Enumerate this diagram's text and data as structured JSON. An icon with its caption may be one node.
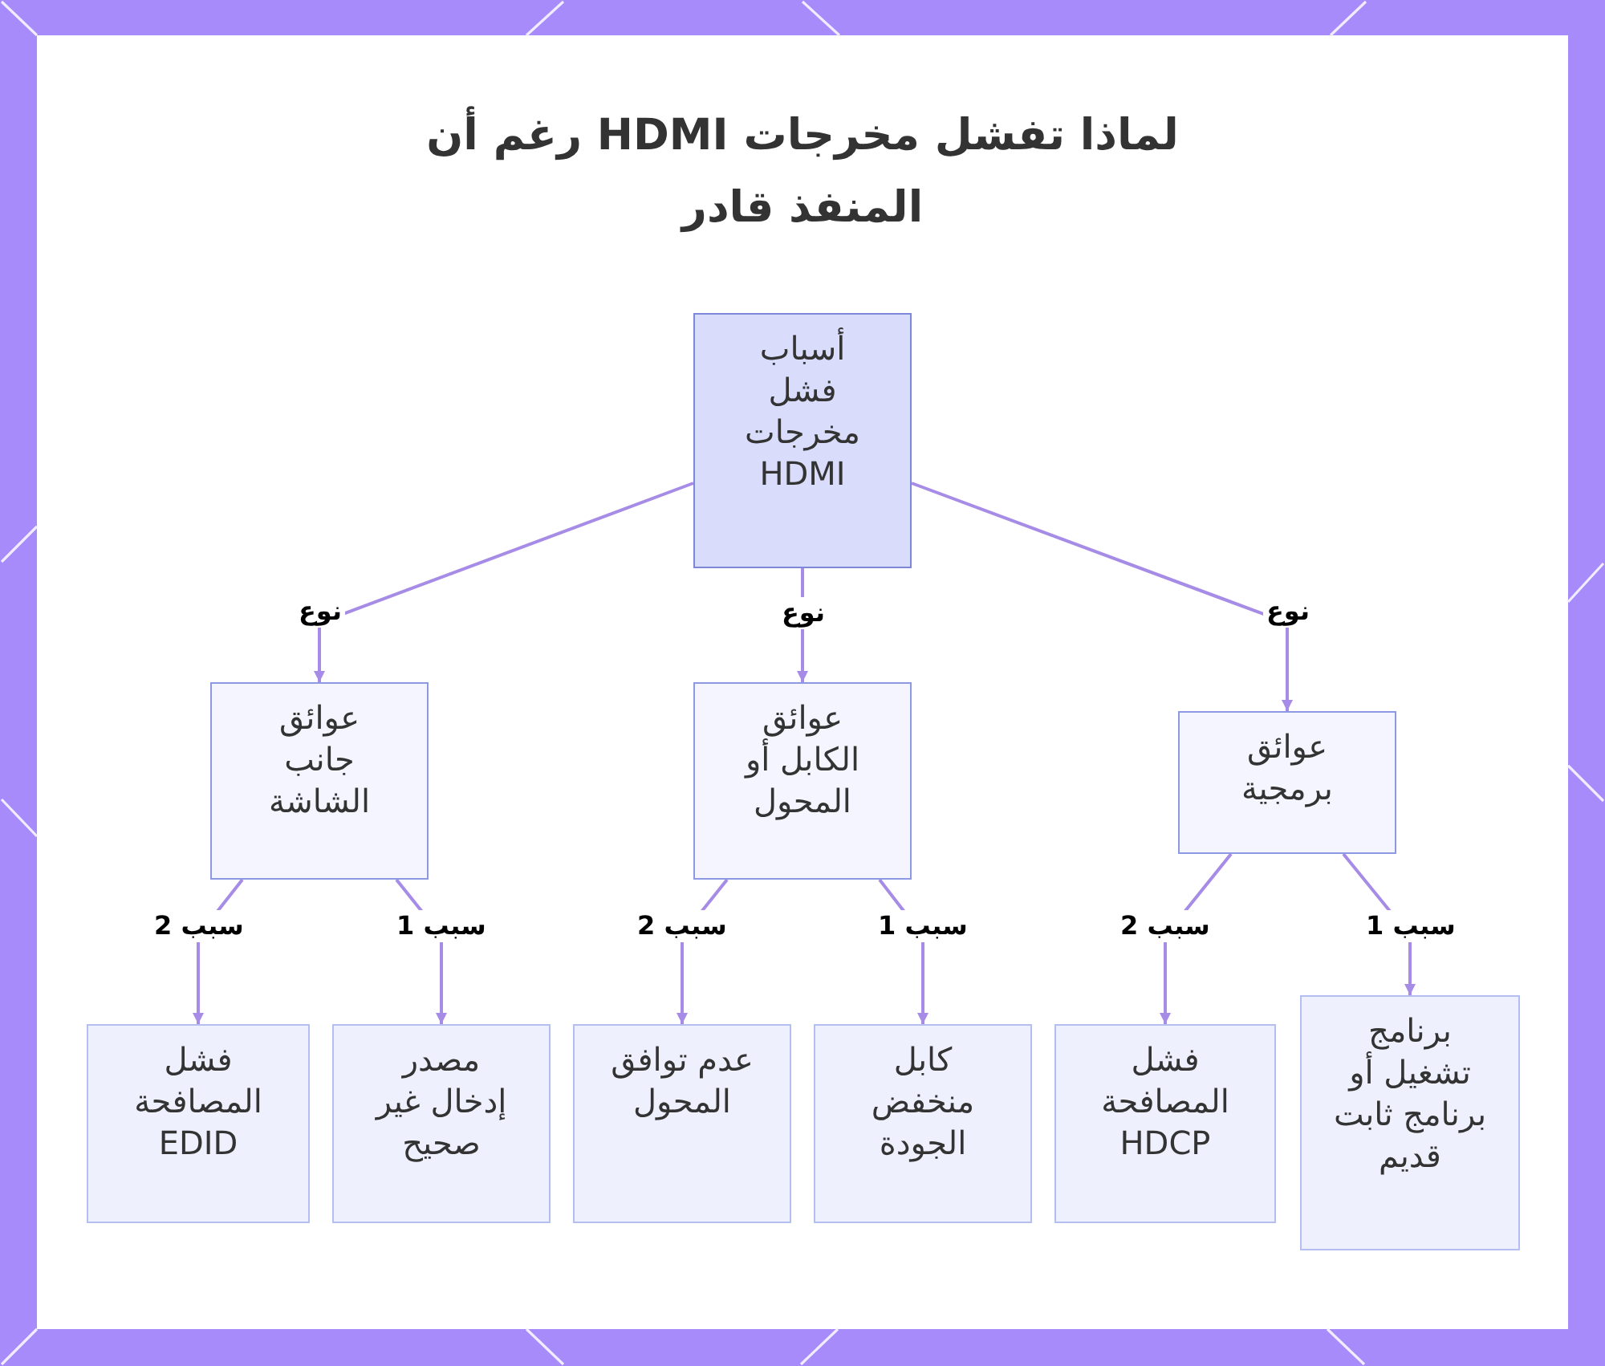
{
  "diagram": {
    "title": "لماذا تفشل مخرجات HDMI رغم أن المنفذ قادر",
    "nodes": [
      {
        "text": [
          "أسباب فشل مخرجات HDMI"
        ]
      },
      {
        "text": [
          "عوائق برمجية"
        ]
      },
      {
        "text": [
          "عوائق الكابل أو المحول"
        ]
      },
      {
        "text": [
          "عوائق جانب الشاشة"
        ]
      },
      {
        "text": [
          "برنامج تشغيل أو برنامج ثابت قديم"
        ]
      },
      {
        "text": [
          "فشل المصافحة HDCP"
        ]
      },
      {
        "text": [
          "كابل منخفض الجودة"
        ]
      },
      {
        "text": [
          "عدم توافق المحول"
        ]
      },
      {
        "text": [
          "مصدر إدخال غير صحيح"
        ]
      },
      {
        "text": [
          "فشل المصافحة EDID"
        ]
      }
    ],
    "edges": [
      {
        "from": 0,
        "to": 1,
        "arrow": "to",
        "label": "نوع"
      },
      {
        "from": 0,
        "to": 2,
        "arrow": "to",
        "label": "نوع"
      },
      {
        "from": 0,
        "to": 3,
        "arrow": "to",
        "label": "نوع"
      },
      {
        "from": 1,
        "to": 4,
        "arrow": "to",
        "label": "سبب 1"
      },
      {
        "from": 1,
        "to": 5,
        "arrow": "to",
        "label": "سبب 2"
      },
      {
        "from": 2,
        "to": 6,
        "arrow": "to",
        "label": "سبب 1"
      },
      {
        "from": 2,
        "to": 7,
        "arrow": "to",
        "label": "سبب 2"
      },
      {
        "from": 3,
        "to": 8,
        "arrow": "to",
        "label": "سبب 1"
      },
      {
        "from": 3,
        "to": 9,
        "arrow": "to",
        "label": "سبب 2"
      }
    ]
  }
}
